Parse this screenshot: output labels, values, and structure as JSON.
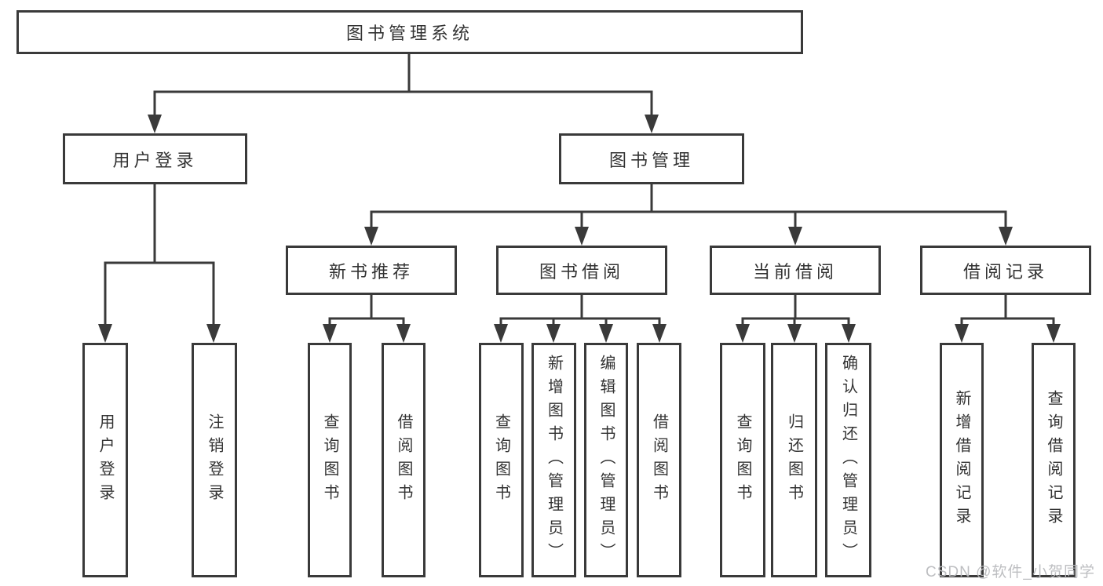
{
  "diagram": {
    "type": "hierarchy-tree",
    "colors": {
      "line": "#3a3a3a",
      "box_border": "#3a3a3a",
      "text": "#333333",
      "background": "#ffffff",
      "watermark": "#b9babe"
    },
    "nodes": {
      "root": {
        "label": "图书管理系统"
      },
      "user_login": {
        "label": "用户登录"
      },
      "book_management": {
        "label": "图书管理"
      },
      "new_book_recommend": {
        "label": "新书推荐"
      },
      "book_borrowing": {
        "label": "图书借阅"
      },
      "current_borrowing": {
        "label": "当前借阅"
      },
      "borrowing_records": {
        "label": "借阅记录"
      },
      "leaves": {
        "user_login": [
          "用户登录",
          "注销登录"
        ],
        "new_book_recommend": [
          "查询图书",
          "借阅图书"
        ],
        "book_borrowing": [
          "查询图书",
          "新增图书（管理员）",
          "编辑图书（管理员）",
          "借阅图书"
        ],
        "current_borrowing": [
          "查询图书",
          "归还图书",
          "确认归还（管理员）"
        ],
        "borrowing_records": [
          "新增借阅记录",
          "查询借阅记录"
        ]
      }
    }
  },
  "watermark": {
    "text": "CSDN @软件_小贺同学"
  }
}
